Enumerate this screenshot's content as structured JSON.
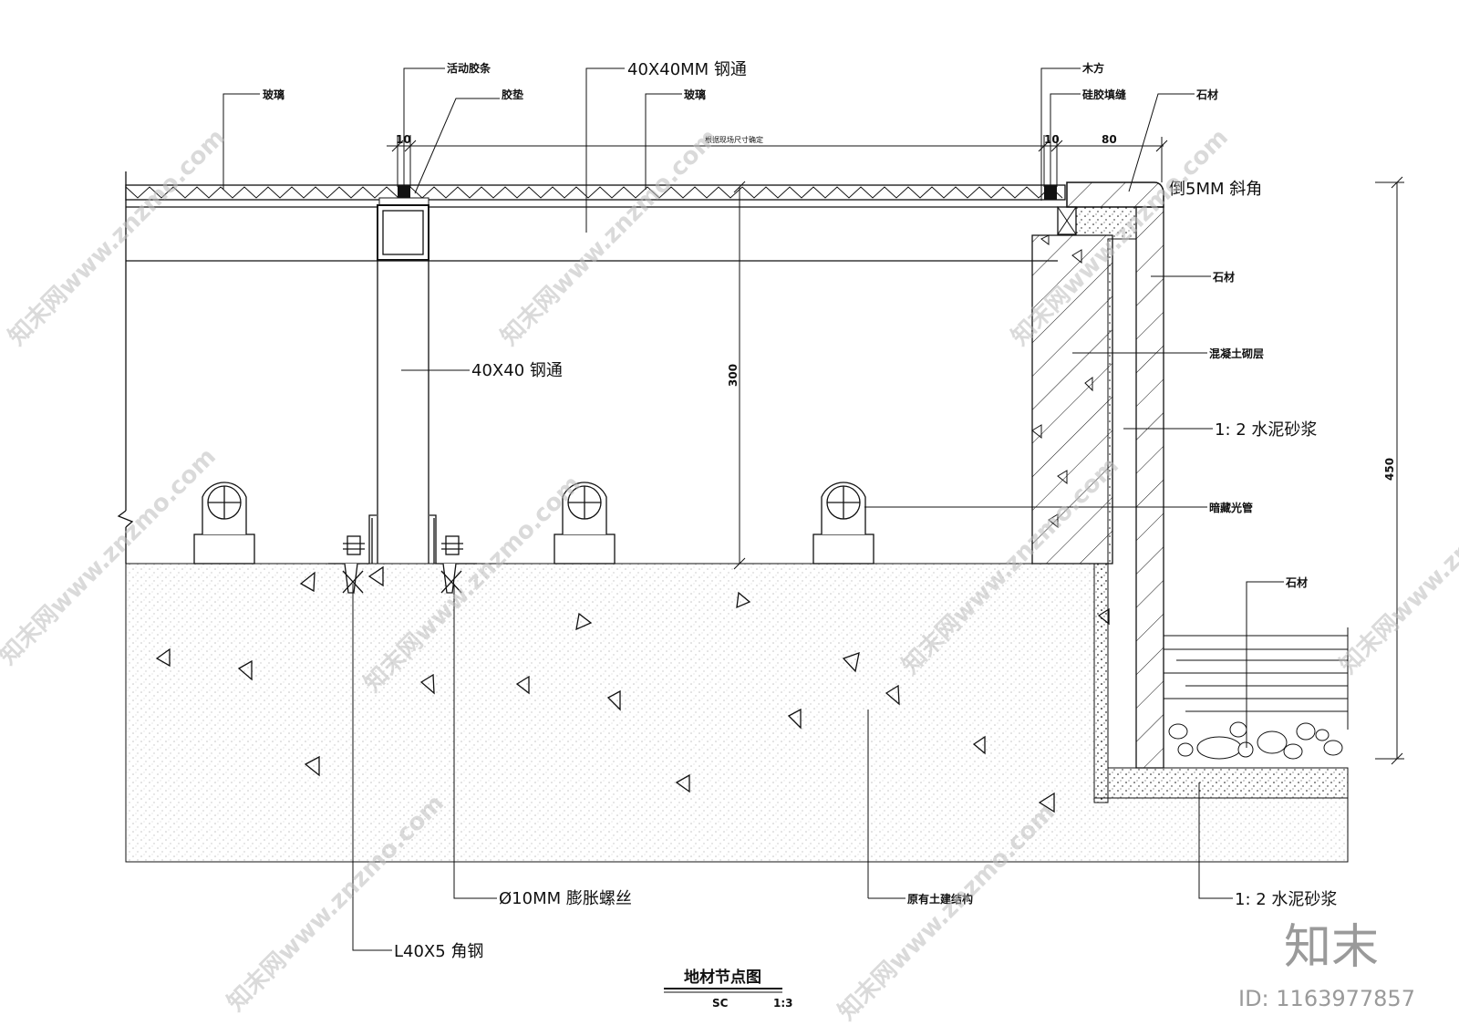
{
  "drawing": {
    "title": "地材节点图",
    "scale_code": "SC",
    "scale_ratio": "1:3"
  },
  "labels": {
    "glass_left": "玻璃",
    "rubber_strip": "活动胶条",
    "steel_tube_top": "40X40MM 钢通",
    "glass_mid": "玻璃",
    "rubber_pad": "胶垫",
    "wood": "木方",
    "silicone": "硅胶填缝",
    "stone_top": "石材",
    "bevel": "倒5MM 斜角",
    "stone_side": "石材",
    "concrete": "混凝土砌层",
    "mortar_side": "1: 2 水泥砂浆",
    "hidden_light": "暗藏光管",
    "steel_tube_mid": "40X40 钢通",
    "stone_pool": "石材",
    "bolt": "Ø10MM 膨胀螺丝",
    "structure": "原有土建结构",
    "angle": "L40X5 角钢",
    "mortar_bottom": "1: 2 水泥砂浆"
  },
  "dimensions": {
    "d_left_10": "10",
    "d_span_note": "根据现场尺寸确定",
    "d_right_10": "10",
    "d_80": "80",
    "d_300": "300",
    "d_450": "450"
  },
  "watermark": {
    "text": "知末网www.znzmo.com",
    "logo": "知末",
    "id": "ID: 1163977857"
  }
}
